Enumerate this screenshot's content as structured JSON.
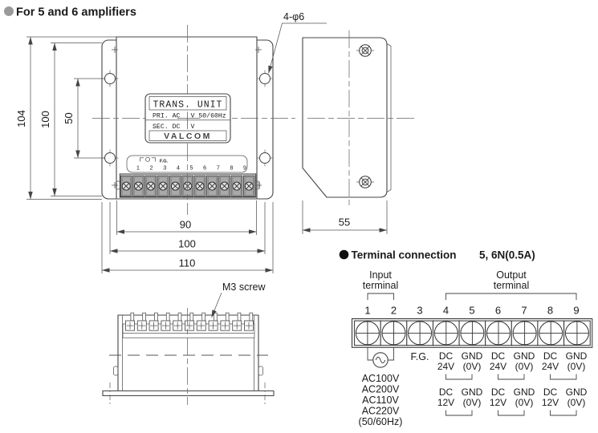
{
  "title": "For 5 and 6 amplifiers",
  "colors": {
    "line": "#444444",
    "text": "#1a1a1a",
    "section_bullet_gray": "#9a9a9a",
    "heading_bullet_black": "#111111"
  },
  "icons": {
    "section_bullet": "filled-circle",
    "ac_source": "circle-with-sine-wave",
    "functional_ground": "ground-clamp-symbol",
    "mounting_hole": "crosshair-circle",
    "screw": "cross-slot-screw"
  },
  "front_view": {
    "hole_callout": "4-φ6",
    "dim_104": "104",
    "dim_100v": "100",
    "dim_50": "50",
    "dim_90": "90",
    "dim_100h": "100",
    "dim_110": "110",
    "nameplate": {
      "title": "TRANS. UNIT",
      "pri_left": "PRI. AC",
      "pri_right": "V 50/60Hz",
      "sec_left": "SEC. DC",
      "sec_right": "V",
      "brand": "VALCOM"
    },
    "fg": "F.G.",
    "terminals": [
      "1",
      "2",
      "3",
      "4",
      "5",
      "6",
      "7",
      "8",
      "9"
    ]
  },
  "side_view": {
    "dim_55": "55"
  },
  "bottom_view": {
    "callout": "M3 screw"
  },
  "terminal_connection": {
    "heading": "Terminal connection",
    "rating": "5, 6N(0.5A)",
    "input_line1": "Input",
    "input_line2": "terminal",
    "output_line1": "Output",
    "output_line2": "terminal",
    "terminals": [
      "1",
      "2",
      "3",
      "4",
      "5",
      "6",
      "7",
      "8",
      "9"
    ],
    "fg": "F.G.",
    "ac_options": [
      "AC100V",
      "AC200V",
      "AC110V",
      "AC220V",
      "(50/60Hz)"
    ],
    "labels": {
      "dc": "DC",
      "v24": "24V",
      "v12": "12V",
      "gnd": "GND",
      "zero": "(0V)"
    }
  }
}
